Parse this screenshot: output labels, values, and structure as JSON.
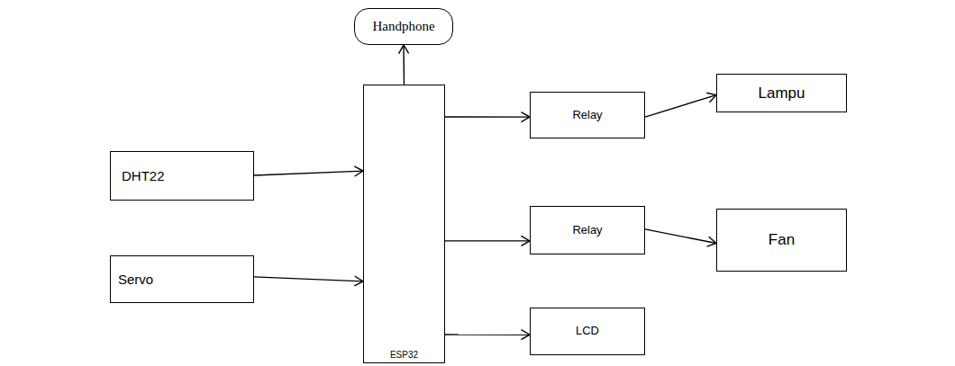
{
  "diagram": {
    "nodes": [
      {
        "text": [
          "Handphone"
        ]
      },
      {
        "text": [
          "DHT22"
        ]
      },
      {
        "text": [
          "Servo"
        ]
      },
      {
        "text": [
          "ESP32"
        ]
      },
      {
        "text": [
          "Relay"
        ]
      },
      {
        "text": [
          "Lampu"
        ]
      },
      {
        "text": [
          "Relay"
        ]
      },
      {
        "text": [
          "Fan"
        ]
      },
      {
        "text": [
          "LCD"
        ]
      }
    ],
    "edges": [
      {
        "from": 3,
        "to": 0,
        "arrow": "to"
      },
      {
        "from": 1,
        "to": 3,
        "arrow": "to"
      },
      {
        "from": 2,
        "to": 3,
        "arrow": "to"
      },
      {
        "from": 3,
        "to": 4,
        "arrow": "to"
      },
      {
        "from": 4,
        "to": 5,
        "arrow": "to"
      },
      {
        "from": 3,
        "to": 6,
        "arrow": "to"
      },
      {
        "from": 6,
        "to": 7,
        "arrow": "to"
      },
      {
        "from": 3,
        "to": 8,
        "arrow": "to"
      }
    ]
  }
}
